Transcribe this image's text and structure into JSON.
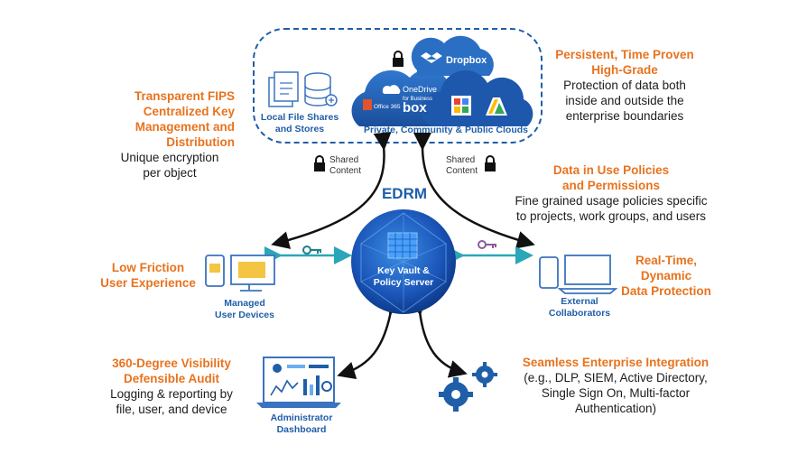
{
  "title": "EDRM",
  "center_label": [
    "Key Vault &",
    "Policy Server"
  ],
  "cloud": {
    "local_label": [
      "Local File Shares",
      "and Stores"
    ],
    "cloud_label": "Private, Community & Public Clouds",
    "logos": [
      "Dropbox",
      "OneDrive",
      "for Business",
      "Office 365",
      "box"
    ]
  },
  "shared_content_label": [
    "Shared",
    "Content"
  ],
  "features": {
    "fips": {
      "title": [
        "Transparent FIPS",
        "Centralized Key",
        "Management and",
        "Distribution"
      ],
      "desc": [
        "Unique encryption",
        "per object"
      ]
    },
    "persistent": {
      "title": [
        "Persistent, Time Proven",
        "High-Grade"
      ],
      "desc": [
        "Protection of data both",
        "inside and outside the",
        "enterprise boundaries"
      ]
    },
    "data_in_use": {
      "title": [
        "Data in Use Policies",
        "and Permissions"
      ],
      "desc": [
        "Fine grained usage policies specific",
        "to projects, work groups, and users"
      ]
    },
    "low_friction": {
      "title": [
        "Low Friction",
        "User Experience"
      ]
    },
    "realtime": {
      "title": [
        "Real-Time,",
        "Dynamic",
        "Data Protection"
      ]
    },
    "visibility": {
      "title": [
        "360-Degree Visibility",
        "Defensible Audit"
      ],
      "desc": [
        "Logging & reporting by",
        "file, user, and device"
      ]
    },
    "integration": {
      "title": "Seamless Enterprise Integration",
      "desc": [
        "(e.g., DLP, SIEM, Active Directory,",
        "Single Sign On, Multi-factor",
        "Authentication)"
      ]
    }
  },
  "nodes": {
    "managed": [
      "Managed",
      "User Devices"
    ],
    "external": [
      "External",
      "Collaborators"
    ],
    "admin": [
      "Administrator",
      "Dashboard"
    ]
  },
  "colors": {
    "orange": "#e8731e",
    "blue": "#1f5ea8",
    "teal": "#2aa6b8",
    "dark": "#1c1c1c",
    "purple": "#8b5a9e"
  }
}
